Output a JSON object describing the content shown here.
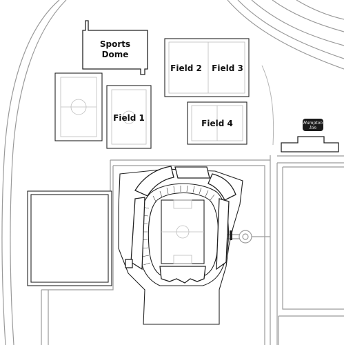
{
  "venues": {
    "sports_dome": {
      "line1": "Sports",
      "line2": "Dome"
    },
    "field_1": "Field 1",
    "field_2": "Field 2",
    "field_3": "Field 3",
    "field_4": "Field 4"
  },
  "hotel": {
    "line1": "Hampton",
    "line2": "Inn"
  }
}
